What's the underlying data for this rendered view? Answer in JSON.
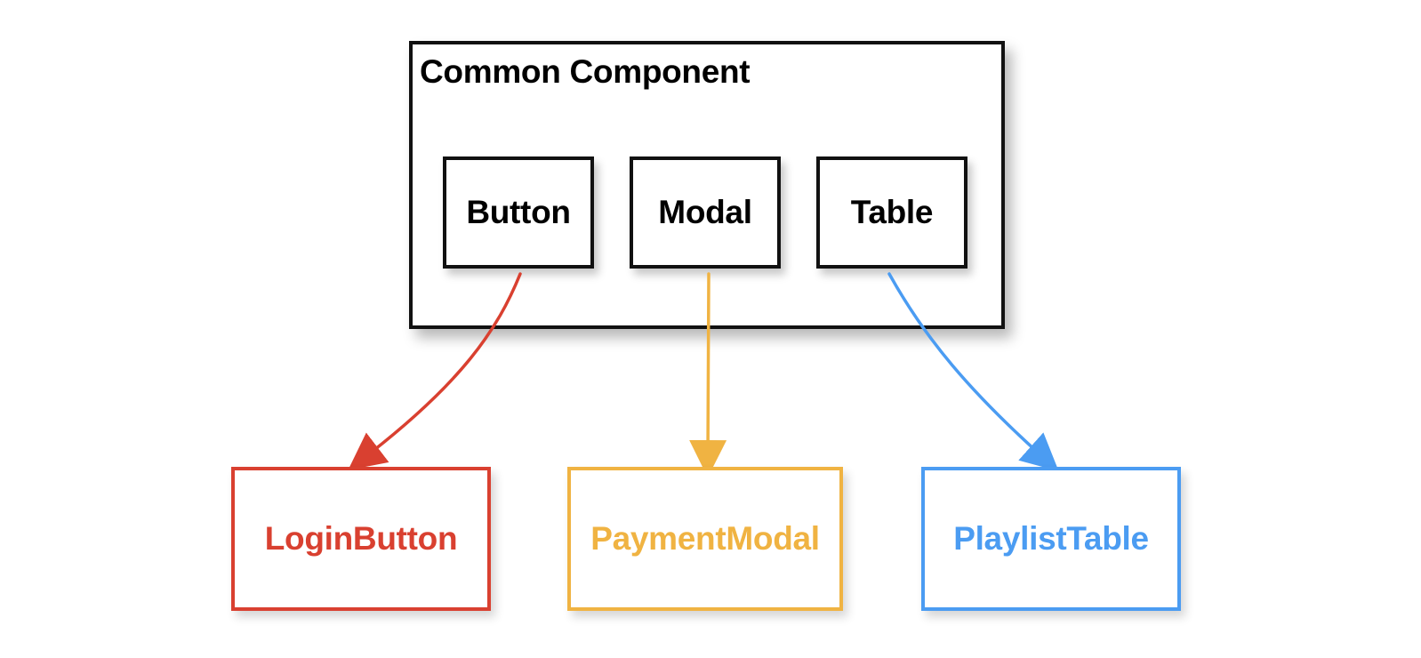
{
  "container": {
    "title": "Common Component",
    "items": [
      "Button",
      "Modal",
      "Table"
    ]
  },
  "targets": [
    {
      "label": "LoginButton",
      "color": "#d94030"
    },
    {
      "label": "PaymentModal",
      "color": "#f0b342"
    },
    {
      "label": "PlaylistTable",
      "color": "#4b9cf2"
    }
  ],
  "colors": {
    "stroke": "#111111",
    "red": "#d94030",
    "orange": "#f0b342",
    "blue": "#4b9cf2"
  }
}
